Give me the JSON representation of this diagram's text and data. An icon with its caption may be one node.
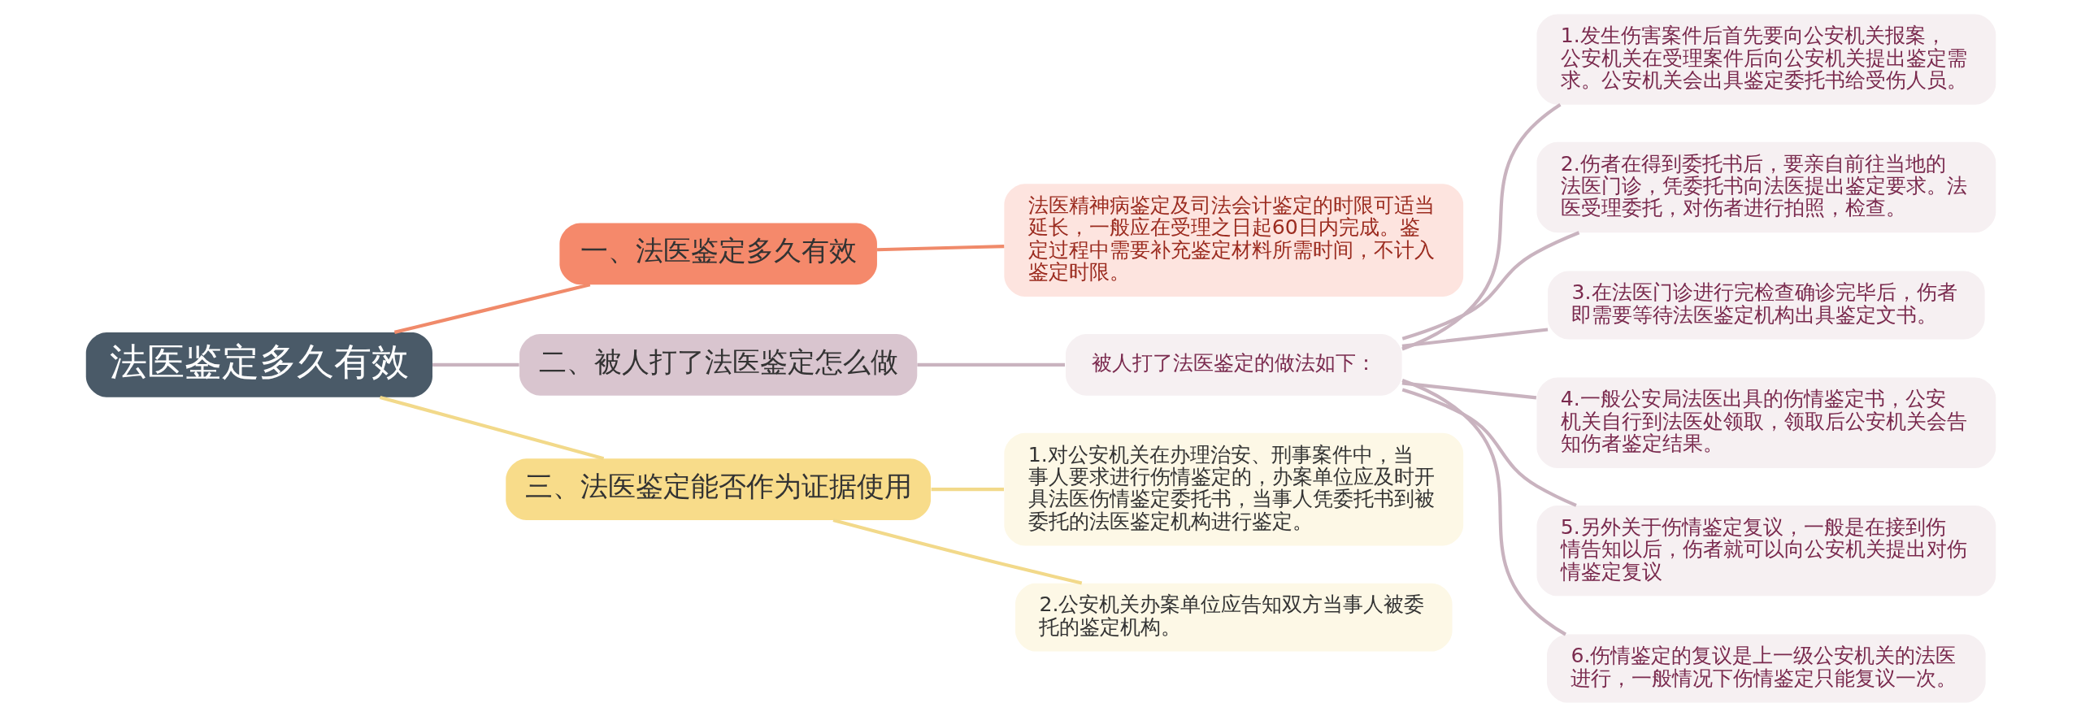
{
  "diagram": {
    "nodes": [
      {
        "text": [
          "法医鉴定多久有效"
        ]
      },
      {
        "text": [
          "一、法医鉴定多久有效"
        ]
      },
      {
        "text": [
          "法医精神病鉴定及司法会计鉴定的时限可适当延长，一般应在受理之日起60日内完成。鉴定过程中需要补充鉴定材料所需时间，不计入鉴定时限。"
        ]
      },
      {
        "text": [
          "二、被人打了法医鉴定怎么做"
        ]
      },
      {
        "text": [
          "被人打了法医鉴定的做法如下："
        ]
      },
      {
        "text": [
          "1.发生伤害案件后首先要向公安机关报案，公安机关在受理案件后向公安机关提出鉴定需求。公安机关会出具鉴定委托书给受伤人员。"
        ]
      },
      {
        "text": [
          "2.伤者在得到委托书后，要亲自前往当地的法医门诊，凭委托书向法医提出鉴定要求。法医受理委托，对伤者进行拍照，检查。"
        ]
      },
      {
        "text": [
          "3.在法医门诊进行完检查确诊完毕后，伤者即需要等待法医鉴定机构出具鉴定文书。"
        ]
      },
      {
        "text": [
          "4.一般公安局法医出具的伤情鉴定书，公安机关自行到法医处领取，领取后公安机关会告知伤者鉴定结果。"
        ]
      },
      {
        "text": [
          "5.另外关于伤情鉴定复议，一般是在接到伤情告知以后，伤者就可以向公安机关提出对伤情鉴定复议"
        ]
      },
      {
        "text": [
          "6.伤情鉴定的复议是上一级公安机关的法医进行，一般情况下伤情鉴定只能复议一次。"
        ]
      },
      {
        "text": [
          "三、法医鉴定能否作为证据使用"
        ]
      },
      {
        "text": [
          "1.对公安机关在办理治安、刑事案件中，当事人要求进行伤情鉴定的，办案单位应及时开具法医伤情鉴定委托书，当事人凭委托书到被委托的法医鉴定机构进行鉴定。"
        ]
      },
      {
        "text": [
          "2.公安机关办案单位应告知双方当事人被委托的鉴定机构。"
        ]
      }
    ],
    "edges": [
      {
        "from": 0,
        "to": 1,
        "arrow": "none",
        "color": "#f08a6a"
      },
      {
        "from": 1,
        "to": 2,
        "arrow": "none",
        "color": "#f08a6a"
      },
      {
        "from": 0,
        "to": 3,
        "arrow": "none"
      },
      {
        "from": 3,
        "to": 4,
        "arrow": "none"
      },
      {
        "from": 4,
        "to": 5,
        "arrow": "none"
      },
      {
        "from": 4,
        "to": 6,
        "arrow": "none"
      },
      {
        "from": 4,
        "to": 7,
        "arrow": "none"
      },
      {
        "from": 4,
        "to": 8,
        "arrow": "none"
      },
      {
        "from": 4,
        "to": 9,
        "arrow": "none"
      },
      {
        "from": 4,
        "to": 10,
        "arrow": "none"
      },
      {
        "from": 0,
        "to": 11,
        "arrow": "none",
        "color": "#f2d98a"
      },
      {
        "from": 11,
        "to": 12,
        "arrow": "none",
        "color": "#f2d98a"
      },
      {
        "from": 11,
        "to": 13,
        "arrow": "none",
        "color": "#f2d98a"
      }
    ]
  }
}
